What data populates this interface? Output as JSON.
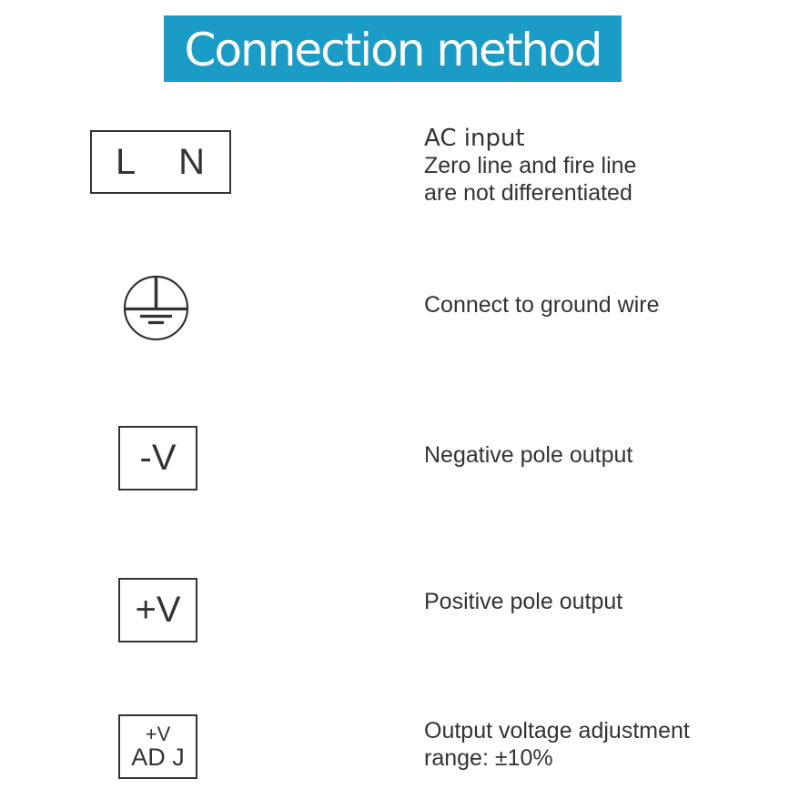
{
  "banner": {
    "title": "Connection method",
    "color": "#1a9cc6"
  },
  "items": [
    {
      "symbol": {
        "type": "terminal-box",
        "labels": [
          "L",
          "N"
        ]
      },
      "description": [
        "AC input",
        "Zero line and fire line",
        "are not differentiated"
      ]
    },
    {
      "symbol": {
        "type": "protective-earth-icon"
      },
      "description": [
        "Connect to ground wire"
      ]
    },
    {
      "symbol": {
        "type": "terminal-box",
        "labels": [
          "-V"
        ]
      },
      "description": [
        "Negative pole output"
      ]
    },
    {
      "symbol": {
        "type": "terminal-box",
        "labels": [
          "+V"
        ]
      },
      "description": [
        "Positive pole output"
      ]
    },
    {
      "symbol": {
        "type": "terminal-box",
        "labels": [
          "+V",
          "AD J"
        ]
      },
      "description": [
        "Output voltage adjustment",
        "range: ±10%"
      ]
    }
  ]
}
